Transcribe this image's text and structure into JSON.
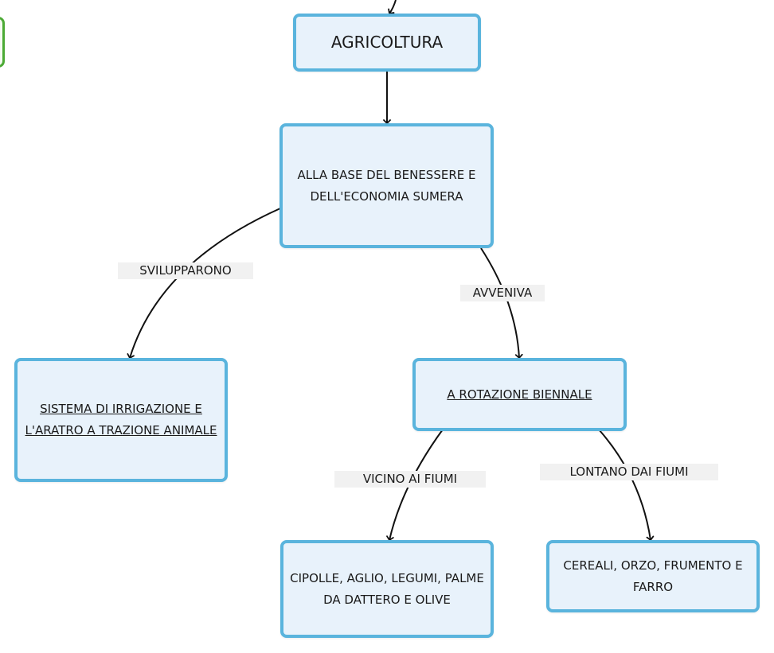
{
  "nodes": {
    "agricoltura": "AGRICOLTURA",
    "base": "ALLA BASE DEL BENESSERE E DELL'ECONOMIA SUMERA",
    "sistema": "SISTEMA DI IRRIGAZIONE E L'ARATRO A TRAZIONE ANIMALE",
    "rotazione": "A ROTAZIONE BIENNALE",
    "cipolle": "CIPOLLE, AGLIO, LEGUMI, PALME DA DATTERO E OLIVE",
    "cereali": "CEREALI, ORZO, FRUMENTO E FARRO"
  },
  "links": {
    "svilupparono": "SVILUPPARONO",
    "avveniva": "AVVENIVA",
    "vicino": "VICINO AI FIUMI",
    "lontano": "LONTANO DAI FIUMI"
  },
  "colors": {
    "node_border": "#5ab4dd",
    "node_fill": "#e8f2fb",
    "label_fill": "#f1f1f1",
    "side_tab_border": "#4caa35",
    "line": "#111111"
  }
}
